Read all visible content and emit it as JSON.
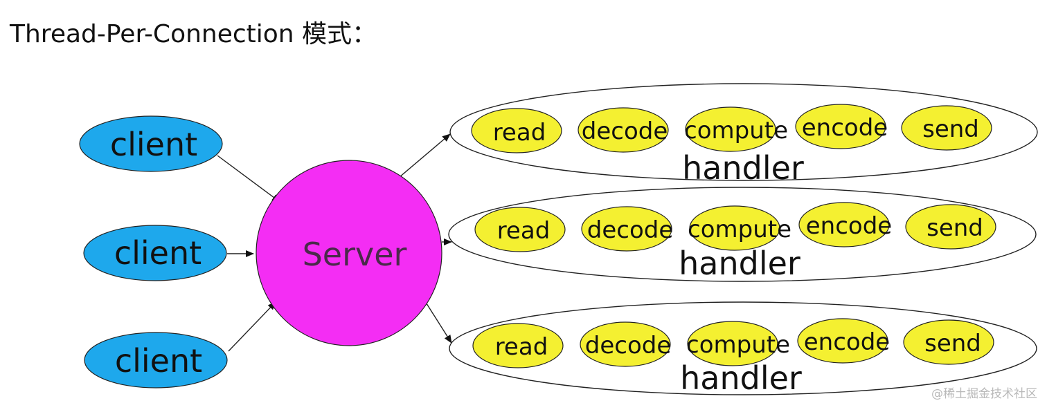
{
  "title": "Thread-Per-Connection 模式：",
  "clients": [
    "client",
    "client",
    "client"
  ],
  "server": {
    "label": "Server"
  },
  "handlers": [
    {
      "label": "handler",
      "steps": [
        "read",
        "decode",
        "compute",
        "encode",
        "send"
      ]
    },
    {
      "label": "handler",
      "steps": [
        "read",
        "decode",
        "compute",
        "encode",
        "send"
      ]
    },
    {
      "label": "handler",
      "steps": [
        "read",
        "decode",
        "compute",
        "encode",
        "send"
      ]
    }
  ],
  "watermark": "@稀土掘金技术社区",
  "colors": {
    "client_fill": "#1ea8ec",
    "server_fill": "#f42df4",
    "step_fill": "#f4f031",
    "outline": "#222222",
    "text": "#111111"
  }
}
